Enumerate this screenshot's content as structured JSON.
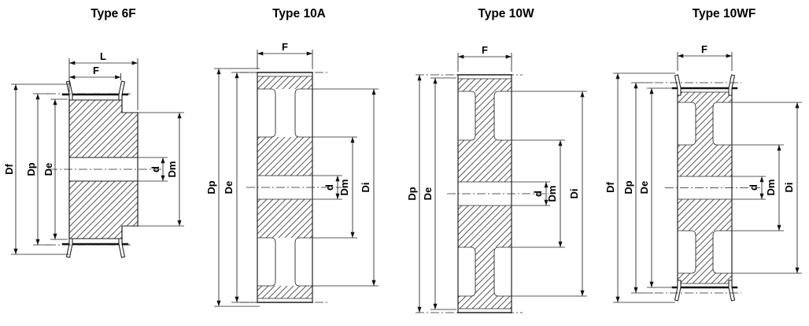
{
  "figure": {
    "colors": {
      "background": "#ffffff",
      "line": "#1a1a1a",
      "hatch": "#454545",
      "text": "#000000"
    }
  },
  "drawings": [
    {
      "title": "Type 6F",
      "dimensions": {
        "L": "L",
        "F": "F",
        "Df": "Df",
        "Dp": "Dp",
        "De": "De",
        "d": "d",
        "Dm": "Dm"
      }
    },
    {
      "title": "Type 10A",
      "dimensions": {
        "F": "F",
        "Dp": "Dp",
        "De": "De",
        "d": "d",
        "Dm": "Dm",
        "Di": "Di"
      }
    },
    {
      "title": "Type 10W",
      "dimensions": {
        "F": "F",
        "Dp": "Dp",
        "De": "De",
        "d": "d",
        "Dm": "Dm",
        "Di": "Di"
      }
    },
    {
      "title": "Type 10WF",
      "dimensions": {
        "F": "F",
        "Df": "Df",
        "Dp": "Dp",
        "De": "De",
        "d": "d",
        "Dm": "Dm",
        "Di": "Di"
      }
    }
  ]
}
